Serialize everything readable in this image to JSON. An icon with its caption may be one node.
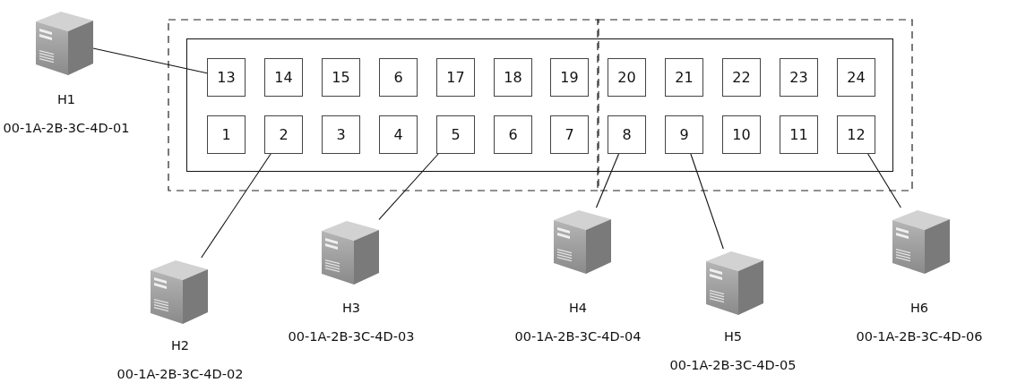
{
  "diagram": {
    "nodes": [
      {
        "text": [],
        "shape": "server",
        "beside": [
          "H1",
          "00-1A-2B-3C-4D-01"
        ]
      },
      {
        "text": [],
        "shape": "box"
      },
      {
        "text": [
          "13"
        ],
        "in": 1
      },
      {
        "text": [
          "14"
        ],
        "in": 1
      },
      {
        "text": [
          "15"
        ],
        "in": 1
      },
      {
        "text": [
          "6"
        ],
        "in": 1
      },
      {
        "text": [
          "17"
        ],
        "in": 1
      },
      {
        "text": [
          "18"
        ],
        "in": 1
      },
      {
        "text": [
          "19"
        ],
        "in": 1
      },
      {
        "text": [
          "20"
        ],
        "in": 1
      },
      {
        "text": [
          "21"
        ],
        "in": 1
      },
      {
        "text": [
          "22"
        ],
        "in": 1
      },
      {
        "text": [
          "23"
        ],
        "in": 1
      },
      {
        "text": [
          "24"
        ],
        "in": 1
      },
      {
        "text": [
          "1"
        ],
        "in": 1
      },
      {
        "text": [
          "2"
        ],
        "in": 1
      },
      {
        "text": [
          "3"
        ],
        "in": 1
      },
      {
        "text": [
          "4"
        ],
        "in": 1
      },
      {
        "text": [
          "5"
        ],
        "in": 1
      },
      {
        "text": [
          "6"
        ],
        "in": 1
      },
      {
        "text": [
          "7"
        ],
        "in": 1
      },
      {
        "text": [
          "8"
        ],
        "in": 1
      },
      {
        "text": [
          "9"
        ],
        "in": 1
      },
      {
        "text": [
          "10"
        ],
        "in": 1
      },
      {
        "text": [
          "11"
        ],
        "in": 1
      },
      {
        "text": [
          "12"
        ],
        "in": 1
      },
      {
        "text": [],
        "shape": "server",
        "beside": [
          "H2",
          "00-1A-2B-3C-4D-02"
        ]
      },
      {
        "text": [],
        "shape": "server",
        "beside": [
          "H3",
          "00-1A-2B-3C-4D-03"
        ]
      },
      {
        "text": [],
        "shape": "server",
        "beside": [
          "H4",
          "00-1A-2B-3C-4D-04"
        ]
      },
      {
        "text": [],
        "shape": "server",
        "beside": [
          "H5",
          "00-1A-2B-3C-4D-05"
        ]
      },
      {
        "text": [],
        "shape": "server",
        "beside": [
          "H6",
          "00-1A-2B-3C-4D-06"
        ]
      }
    ],
    "edges": [
      {
        "from": 0,
        "to": 2,
        "arrow": "none"
      },
      {
        "from": 15,
        "to": 26,
        "arrow": "none"
      },
      {
        "from": 18,
        "to": 27,
        "arrow": "none"
      },
      {
        "from": 21,
        "to": 28,
        "arrow": "none"
      },
      {
        "from": 22,
        "to": 29,
        "arrow": "none"
      },
      {
        "from": 25,
        "to": 30,
        "arrow": "none"
      }
    ]
  }
}
